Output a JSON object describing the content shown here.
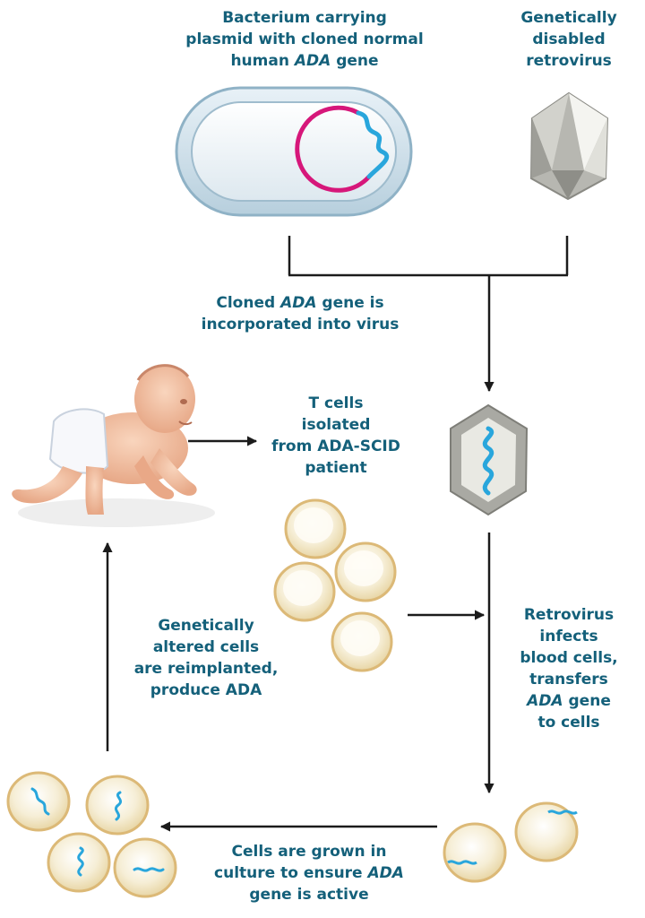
{
  "colors": {
    "label_text": "#14607a",
    "gene": "#29a6dc",
    "plasmid": "#d6177a",
    "arrow": "#1b1b1b",
    "cell_fill": "#f3ead0",
    "cell_border": "#dcb977",
    "virus_fill": "#a9a9a3"
  },
  "labels": {
    "bacterium": {
      "line1": "Bacterium carrying",
      "line2": "plasmid with cloned normal",
      "line3_pre": "human ",
      "line3_italic": "ADA",
      "line3_post": " gene"
    },
    "retrovirus": {
      "line1": "Genetically",
      "line2": "disabled",
      "line3": "retrovirus"
    },
    "incorporated": {
      "line1_pre": "Cloned ",
      "line1_italic": "ADA",
      "line1_post": " gene is",
      "line2": "incorporated into virus"
    },
    "tcells": {
      "line1": "T cells",
      "line2": "isolated",
      "line3": "from ADA-SCID",
      "line4": "patient"
    },
    "infects": {
      "line1": "Retrovirus",
      "line2": "infects",
      "line3": "blood cells,",
      "line4": "transfers",
      "line5_italic": "ADA",
      "line5_post": " gene",
      "line6": "to cells"
    },
    "reimplanted": {
      "line1": "Genetically",
      "line2": "altered cells",
      "line3": "are reimplanted,",
      "line4": "produce ADA"
    },
    "culture": {
      "line1": "Cells are grown in",
      "line2_pre": "culture to ensure ",
      "line2_italic": "ADA",
      "line3": "gene is active"
    }
  }
}
